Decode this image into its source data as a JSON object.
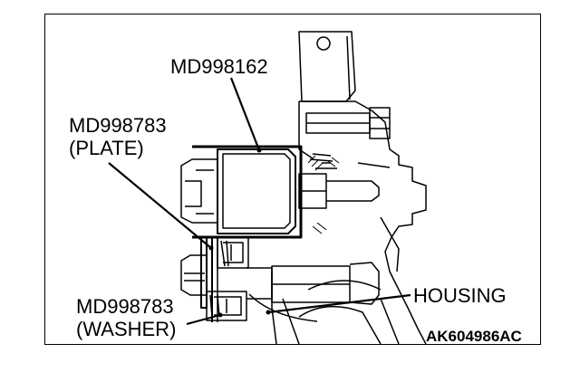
{
  "labels": {
    "tool_1": "MD998162",
    "tool_2": "MD998783",
    "tool_2_part": "(PLATE)",
    "tool_3": "MD998783",
    "tool_3_part": "(WASHER)",
    "housing": "HOUSING"
  },
  "figure_code": "AK604986AC"
}
